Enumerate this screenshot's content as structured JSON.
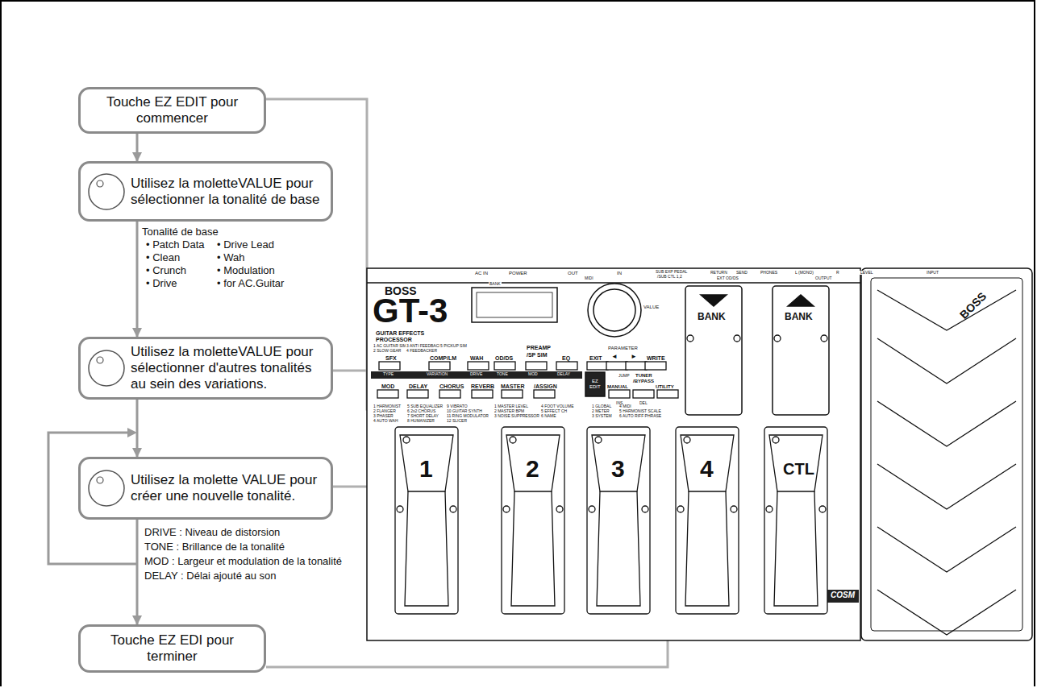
{
  "diagram": {
    "nodes": [
      {
        "text": [
          "Touche EZ EDIT pour commencer"
        ]
      },
      {
        "text": [
          "Utilisez la moletteVALUE pour sélectionner la tonalité de base"
        ]
      },
      {
        "text": [
          "Utilisez la moletteVALUE pour sélectionner d'autres tonalités au sein des variations."
        ]
      },
      {
        "text": [
          "Utilisez la molette VALUE pour créer une nouvelle tonalité."
        ]
      },
      {
        "text": [
          "Touche EZ EDI pour terminer"
        ]
      }
    ],
    "edges": [
      {
        "from": 0,
        "to": 1,
        "arrow": "to"
      },
      {
        "from": 1,
        "to": 2,
        "arrow": "to"
      },
      {
        "from": 2,
        "to": 3,
        "arrow": "to"
      },
      {
        "from": 3,
        "to": 4,
        "arrow": "to"
      }
    ],
    "labels": [
      "Tonalité de base",
      "• Patch Data",
      "• Clean",
      "• Crunch",
      "• Drive",
      "• Drive Lead",
      "• Wah",
      "• Modulation",
      "• for AC.Guitar",
      "DRIVE : Niveau de distorsion",
      "TONE :  Brillance de la tonalité",
      "MOD :  Largeur et modulation de la tonalité",
      "DELAY : Délai ajouté au son",
      "AC IN",
      "POWER",
      "OUT",
      "IN",
      "MIDI",
      "SUB EXP PEDAL",
      "/SUB CTL 1,2",
      "RETURN",
      "SEND",
      "EXT OD/DS",
      "PHONES",
      "L (MONO)",
      "R",
      "LEVEL",
      "OUTPUT",
      "INPUT",
      "BOSS",
      "GT-3",
      "GUITAR EFFECTS",
      "PROCESSOR",
      "BANK",
      "VALUE",
      "BANK",
      "BANK",
      "BOSS",
      "1 AC GUITAR SIM",
      "2 SLOW GEAR",
      "3 ANTI FEEDBACK",
      "4 FEEDBACKER",
      "5 PICKUP SIM",
      "SFX",
      "COMP/LM",
      "WAH",
      "OD/DS",
      "PREAMP",
      "/SP SIM",
      "EQ",
      "EXIT",
      "PARAMETER",
      "◄",
      "►",
      "WRITE",
      "JUMP",
      "TYPE",
      "VARIATION",
      "DRIVE",
      "TONE",
      "MOD",
      "DELAY",
      "MOD",
      "DELAY",
      "CHORUS",
      "REVERB",
      "MASTER",
      "/ASSIGN",
      "EZ",
      "EDIT",
      "MANUAL",
      "TUNER",
      "/BYPASS",
      "UTILITY",
      "INS",
      "DEL",
      "1 HARMONIST",
      "2 FLANGER",
      "3 PHASER",
      "4 AUTO WAH",
      "5 SUB EQUALIZER",
      "6 2x2 CHORUS",
      "7 SHORT DELAY",
      "8 HUMANIZER",
      "9 VIBRATO",
      "10 GUITAR SYNTH",
      "11 RING MODULATOR",
      "12 SLICER",
      "1 MASTER LEVEL",
      "2 MASTER BPM",
      "3 NOISE SUPPRESSOR",
      "4 FOOT VOLUME",
      "5 EFFECT CH",
      "6 NAME",
      "1 GLOBAL",
      "2 METER",
      "3 SYSTEM",
      "4 MIDI",
      "5 HARMONIST SCALE",
      "6 AUTO RIFF PHRASE",
      "1",
      "2",
      "3",
      "4",
      "CTL",
      "COSM"
    ]
  }
}
